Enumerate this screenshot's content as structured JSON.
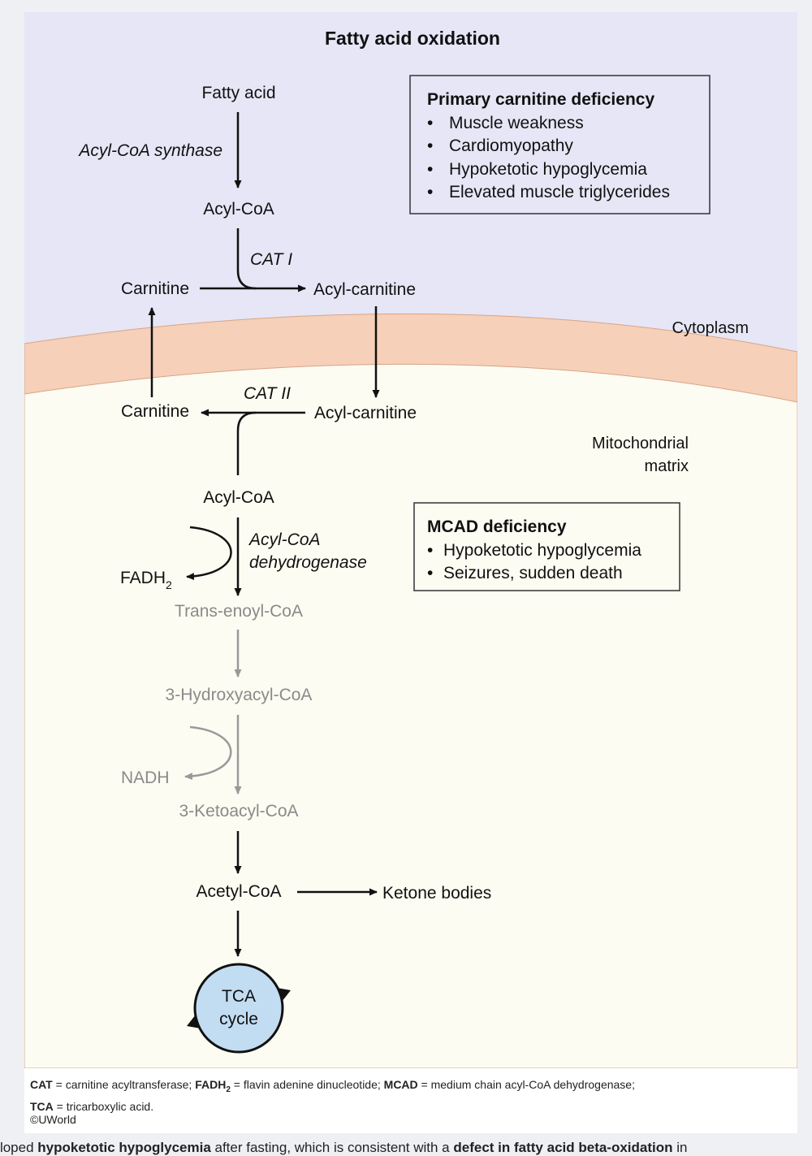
{
  "title": "Fatty acid oxidation",
  "regions": {
    "cytoplasm": "Cytoplasm",
    "matrix_line1": "Mitochondrial",
    "matrix_line2": "matrix"
  },
  "pathway": {
    "fatty_acid": "Fatty acid",
    "acyl_coa_synthase": "Acyl-CoA synthase",
    "acyl_coa_top": "Acyl-CoA",
    "cat1": "CAT I",
    "carnitine_top": "Carnitine",
    "acylcarnitine_top": "Acyl-carnitine",
    "cat2": "CAT II",
    "carnitine_bottom": "Carnitine",
    "acylcarnitine_bottom": "Acyl-carnitine",
    "acyl_coa_matrix": "Acyl-CoA",
    "dehydrogenase_line1": "Acyl-CoA",
    "dehydrogenase_line2": "dehydrogenase",
    "fadh2_base": "FADH",
    "fadh2_sub": "2",
    "trans_enoyl": "Trans-enoyl-CoA",
    "hydroxyacyl": "3-Hydroxyacyl-CoA",
    "nadh": "NADH",
    "ketoacyl": "3-Ketoacyl-CoA",
    "acetyl_coa": "Acetyl-CoA",
    "ketone_bodies": "Ketone bodies",
    "tca_line1": "TCA",
    "tca_line2": "cycle"
  },
  "primary_box": {
    "title": "Primary carnitine deficiency",
    "items": [
      "Muscle weakness",
      "Cardiomyopathy",
      "Hypoketotic hypoglycemia",
      "Elevated muscle triglycerides"
    ]
  },
  "mcad_box": {
    "title": "MCAD deficiency",
    "items": [
      "Hypoketotic hypoglycemia",
      "Seizures, sudden death"
    ]
  },
  "footnote": {
    "cat_abbr": "CAT",
    "cat_def": " = carnitine acyltransferase; ",
    "fadh_abbr": "FADH",
    "fadh_sub": "2",
    "fadh_def": " = flavin adenine dinucleotide; ",
    "mcad_abbr": "MCAD",
    "mcad_def": " = medium chain acyl-CoA dehydrogenase;",
    "tca_abbr": "TCA",
    "tca_def": " = tricarboxylic acid."
  },
  "copyright": "©UWorld",
  "body_text": {
    "part1": "veloped ",
    "bold1": "hypoketotic hypoglycemia",
    "part2": " after fasting, which is consistent with a ",
    "bold2": "defect in fatty acid beta-oxidation",
    "part3": " in"
  },
  "colors": {
    "cytoplasm_bg": "#e6e6f6",
    "membrane": "#f6d0b8",
    "membrane_edge": "#d8a488",
    "matrix_bg": "#fdfcf2",
    "tca_fill": "#c2dcf2",
    "gray_text": "#8a8a8a"
  }
}
